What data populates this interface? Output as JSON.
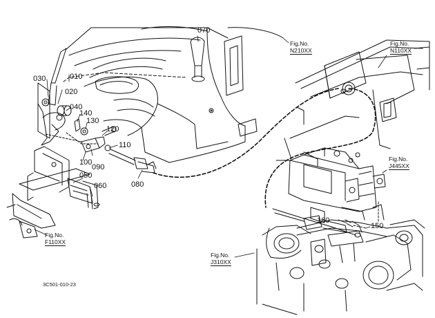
{
  "part_labels": {
    "p010": "010",
    "p020": "020",
    "p030": "030",
    "p040": "040",
    "p050": "050",
    "p060": "060",
    "p070": "070",
    "p080": "080",
    "p090": "090",
    "p100": "100",
    "p110": "110",
    "p120": "120",
    "p130": "130",
    "p140": "140",
    "p150": "150",
    "p160": "160"
  },
  "figure_refs": {
    "n210": {
      "caption": "Fig.No.",
      "ref": "N210XX"
    },
    "n110": {
      "caption": "Fig.No.",
      "ref": "N110XX"
    },
    "j445": {
      "caption": "Fig.No.",
      "ref": "J445XX"
    },
    "f110": {
      "caption": "Fig.No.",
      "ref": "F110XX"
    },
    "j310": {
      "caption": "Fig.No.",
      "ref": "J310XX"
    }
  },
  "drawing_code": "3C501-010-23"
}
